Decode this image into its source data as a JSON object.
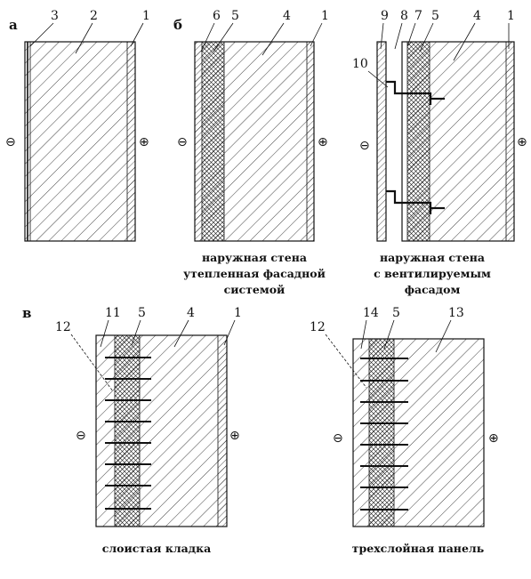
{
  "panels": {
    "a": {
      "label": "а",
      "numbers": [
        "3",
        "2",
        "1"
      ],
      "minus": "⊖",
      "plus": "⊕"
    },
    "b": {
      "label": "б",
      "numbers": [
        "6",
        "5",
        "4",
        "1"
      ],
      "minus": "⊖",
      "plus": "⊕",
      "caption": [
        "наружная стена",
        "утепленная фасадной",
        "системой"
      ]
    },
    "c": {
      "numbers": [
        "9",
        "8",
        "7",
        "5",
        "4",
        "1",
        "10"
      ],
      "minus": "⊖",
      "plus": "⊕",
      "caption": [
        "наружная стена",
        "с вентилируемым",
        "фасадом"
      ]
    },
    "d": {
      "label": "в",
      "numbers": [
        "11",
        "5",
        "4",
        "1",
        "12"
      ],
      "minus": "⊖",
      "plus": "⊕",
      "caption": [
        "слоистая кладка"
      ]
    },
    "e": {
      "numbers": [
        "14",
        "5",
        "13",
        "12"
      ],
      "minus": "⊖",
      "plus": "⊕",
      "caption": [
        "трехслойная панель"
      ]
    }
  },
  "colors": {
    "ink": "#111111",
    "background": "#ffffff"
  }
}
